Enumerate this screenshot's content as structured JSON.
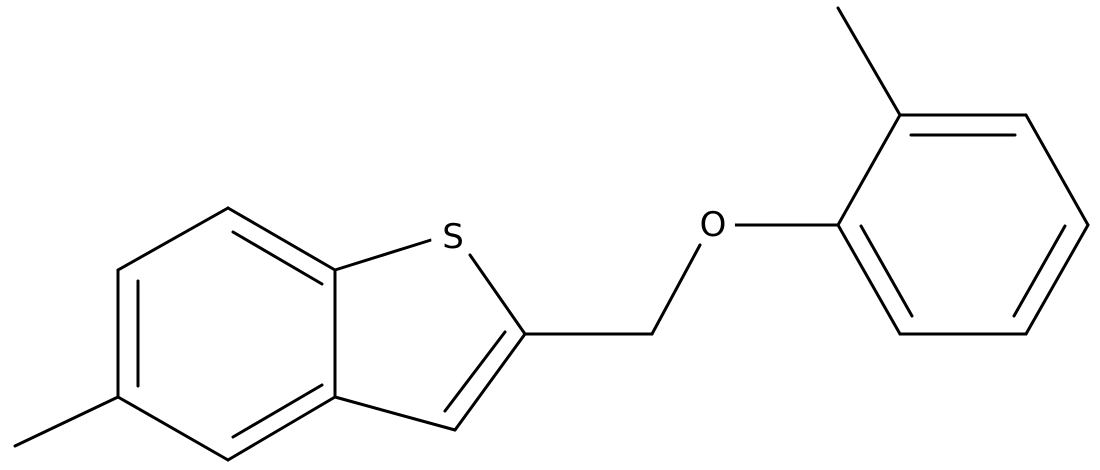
{
  "diagram": {
    "atoms": [
      {
        "id": "S1",
        "label": "S"
      },
      {
        "id": "O1",
        "label": "O"
      }
    ]
  }
}
